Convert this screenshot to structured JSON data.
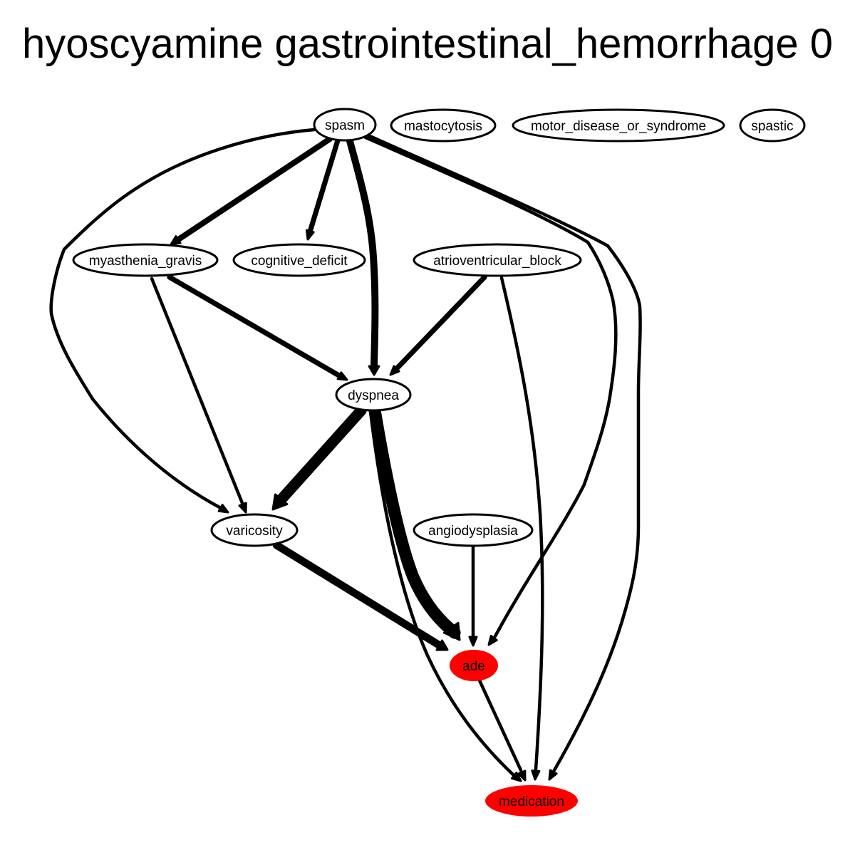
{
  "title": "hyoscyamine gastrointestinal_hemorrhage 0",
  "colors": {
    "highlight": "#ff0000",
    "stroke": "#000000",
    "background": "#ffffff"
  },
  "nodes": [
    {
      "id": "spasm",
      "label": "spasm",
      "highlight": false
    },
    {
      "id": "mastocytosis",
      "label": "mastocytosis",
      "highlight": false
    },
    {
      "id": "motor_disease_or_syndrome",
      "label": "motor_disease_or_syndrome",
      "highlight": false
    },
    {
      "id": "spastic",
      "label": "spastic",
      "highlight": false
    },
    {
      "id": "myasthenia_gravis",
      "label": "myasthenia_gravis",
      "highlight": false
    },
    {
      "id": "cognitive_deficit",
      "label": "cognitive_deficit",
      "highlight": false
    },
    {
      "id": "atrioventricular_block",
      "label": "atrioventricular_block",
      "highlight": false
    },
    {
      "id": "dyspnea",
      "label": "dyspnea",
      "highlight": false
    },
    {
      "id": "varicosity",
      "label": "varicosity",
      "highlight": false
    },
    {
      "id": "angiodysplasia",
      "label": "angiodysplasia",
      "highlight": false
    },
    {
      "id": "ade",
      "label": "ade",
      "highlight": true
    },
    {
      "id": "medication",
      "label": "medication",
      "highlight": true
    }
  ],
  "edges": [
    {
      "from": "spasm",
      "to": "myasthenia_gravis",
      "weight": 9
    },
    {
      "from": "spasm",
      "to": "cognitive_deficit",
      "weight": 8
    },
    {
      "from": "spasm",
      "to": "dyspnea",
      "weight": 11
    },
    {
      "from": "spasm",
      "to": "varicosity",
      "weight": 5
    },
    {
      "from": "spasm",
      "to": "ade",
      "weight": 5
    },
    {
      "from": "spasm",
      "to": "medication",
      "weight": 5
    },
    {
      "from": "myasthenia_gravis",
      "to": "dyspnea",
      "weight": 8
    },
    {
      "from": "myasthenia_gravis",
      "to": "varicosity",
      "weight": 5
    },
    {
      "from": "atrioventricular_block",
      "to": "dyspnea",
      "weight": 8
    },
    {
      "from": "atrioventricular_block",
      "to": "medication",
      "weight": 5
    },
    {
      "from": "dyspnea",
      "to": "varicosity",
      "weight": 17
    },
    {
      "from": "dyspnea",
      "to": "ade",
      "weight": 19
    },
    {
      "from": "dyspnea",
      "to": "medication",
      "weight": 5
    },
    {
      "from": "varicosity",
      "to": "ade",
      "weight": 12
    },
    {
      "from": "angiodysplasia",
      "to": "ade",
      "weight": 5
    },
    {
      "from": "ade",
      "to": "medication",
      "weight": 5
    }
  ]
}
